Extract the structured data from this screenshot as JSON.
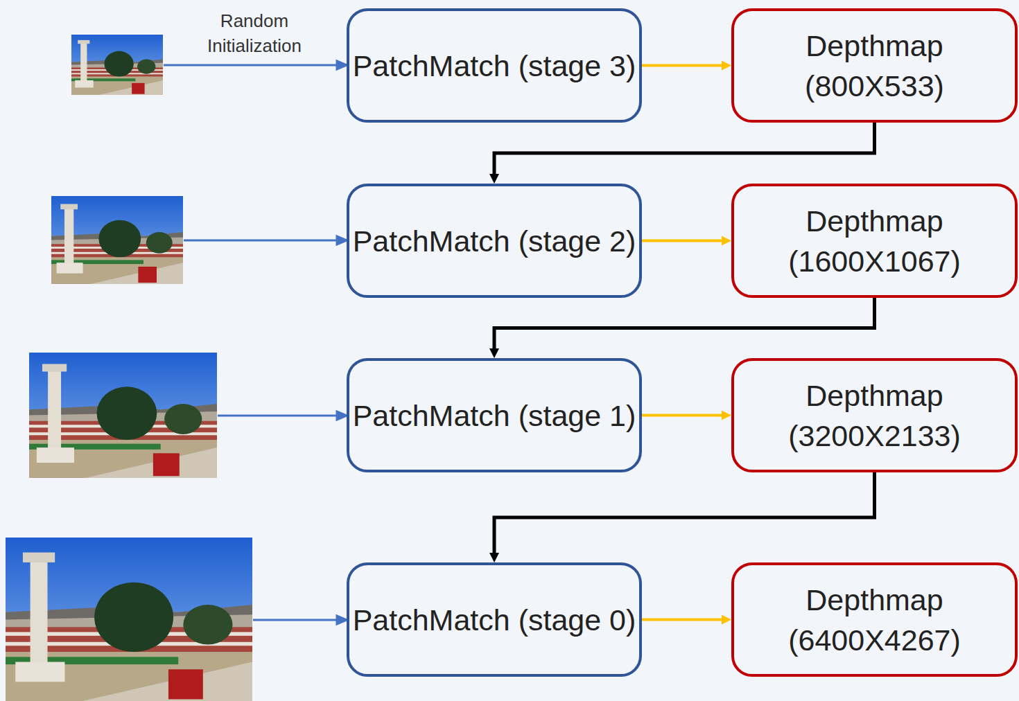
{
  "diagram": {
    "nodes": [
      {
        "text": [
          "PatchMatch (stage 3)"
        ]
      },
      {
        "text": [
          "Depthmap (800X533)"
        ]
      },
      {
        "text": [
          "PatchMatch (stage 2)"
        ]
      },
      {
        "text": [
          "Depthmap (1600X1067)"
        ]
      },
      {
        "text": [
          "PatchMatch (stage 1)"
        ]
      },
      {
        "text": [
          "Depthmap (3200X2133)"
        ]
      },
      {
        "text": [
          "PatchMatch (stage 0)"
        ]
      },
      {
        "text": [
          "Depthmap (6400X4267)"
        ]
      }
    ],
    "edges": [
      {
        "from": 0,
        "to": 1,
        "arrow": "to"
      },
      {
        "from": 1,
        "to": 2,
        "arrow": "to"
      },
      {
        "from": 2,
        "to": 3,
        "arrow": "to"
      },
      {
        "from": 3,
        "to": 4,
        "arrow": "to"
      },
      {
        "from": 4,
        "to": 5,
        "arrow": "to"
      },
      {
        "from": 5,
        "to": 6,
        "arrow": "to"
      },
      {
        "from": 6,
        "to": 7,
        "arrow": "to"
      }
    ],
    "labels": [
      "Random Initialization"
    ]
  }
}
